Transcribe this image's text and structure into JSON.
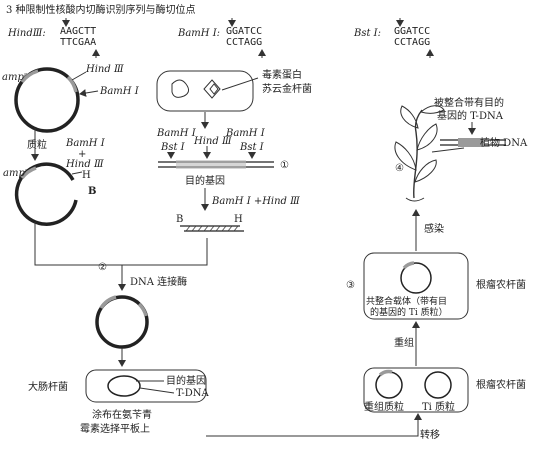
{
  "title": "3 种限制性核酸内切酶识别序列与酶切位点",
  "enzymes": [
    {
      "name": "HindⅢ:",
      "top": "AAGCTT",
      "bottom": "TTCGAA"
    },
    {
      "name": "BamH Ⅰ:",
      "top": "GGATCC",
      "bottom": "CCTAGG"
    },
    {
      "name": "Bst Ⅰ:",
      "top": "GGATCC",
      "bottom": "CCTAGG"
    }
  ],
  "plasmid": {
    "amp_label": "ampʳ",
    "hind_label": "Hind Ⅲ",
    "bam_label": "BamH Ⅰ",
    "name": "质粒"
  },
  "cut_plasmid": {
    "amp_label": "ampʳ",
    "h_label": "H",
    "b_label": "B"
  },
  "plasmid_enzymes": {
    "line1": "BamH Ⅰ",
    "plus": "+",
    "line2": "Hind Ⅲ"
  },
  "bacterium": {
    "line1": "毒素蛋白",
    "line2": "苏云金杆菌"
  },
  "target_gene": {
    "bam1": "BamH Ⅰ",
    "bst1": "Bst Ⅰ",
    "hind": "Hind Ⅲ",
    "bam2": "BamH Ⅰ",
    "bst2": "Bst Ⅰ",
    "step": "①",
    "label": "目的基因"
  },
  "gene_digest": {
    "enzymes": "BamH Ⅰ +Hind Ⅲ",
    "b_label": "B",
    "h_label": "H"
  },
  "ligase": {
    "step": "②",
    "label": "DNA 连接酶"
  },
  "ecoli": {
    "name": "大肠杆菌",
    "gene_label": "目的基因",
    "tdna_label": "T-DNA",
    "plate_line1": "涂布在氨苄青",
    "plate_line2": "霉素选择平板上"
  },
  "transfer": {
    "label": "转移"
  },
  "agro_bottom": {
    "name": "根瘤农杆菌",
    "recombinant": "重组质粒",
    "ti": "Ti 质粒"
  },
  "recombination": {
    "label": "重组"
  },
  "agro_top": {
    "step": "③",
    "name": "根瘤农杆菌",
    "line1": "共整合载体（带有目",
    "line2": "的基因的 Ti 质粒）"
  },
  "infection": {
    "label": "感染"
  },
  "plant": {
    "step": "④",
    "tdna_line1": "被整合带有目的",
    "tdna_line2": "基因的 T-DNA",
    "plant_dna": "植物 DNA"
  }
}
